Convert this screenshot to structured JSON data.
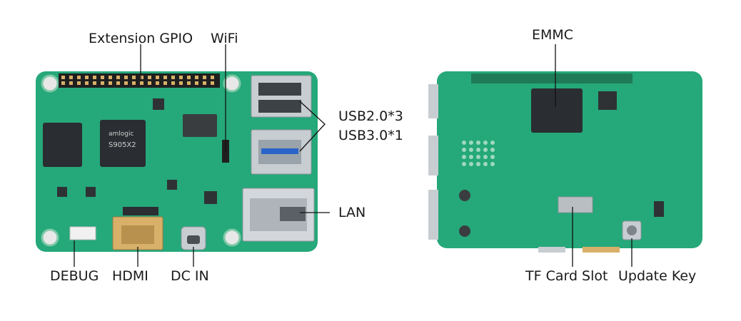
{
  "labels": {
    "extension_gpio": "Extension GPIO",
    "wifi": "WiFi",
    "usb_line1": "USB2.0*3",
    "usb_line2": "USB3.0*1",
    "lan": "LAN",
    "debug": "DEBUG",
    "hdmi": "HDMI",
    "dc_in": "DC IN",
    "emmc": "EMMC",
    "tf_card_slot": "TF Card Slot",
    "update_key": "Update Key"
  },
  "chips": {
    "main_soc_brand": "amlogic",
    "main_soc_model": "S905X2"
  },
  "colors": {
    "pcb": "#25a87a",
    "pcb_dark": "#1b8d64",
    "connector_metal": "#c8cdd2",
    "chip": "#2a2d31",
    "hdmi_gold": "#d8b069"
  }
}
